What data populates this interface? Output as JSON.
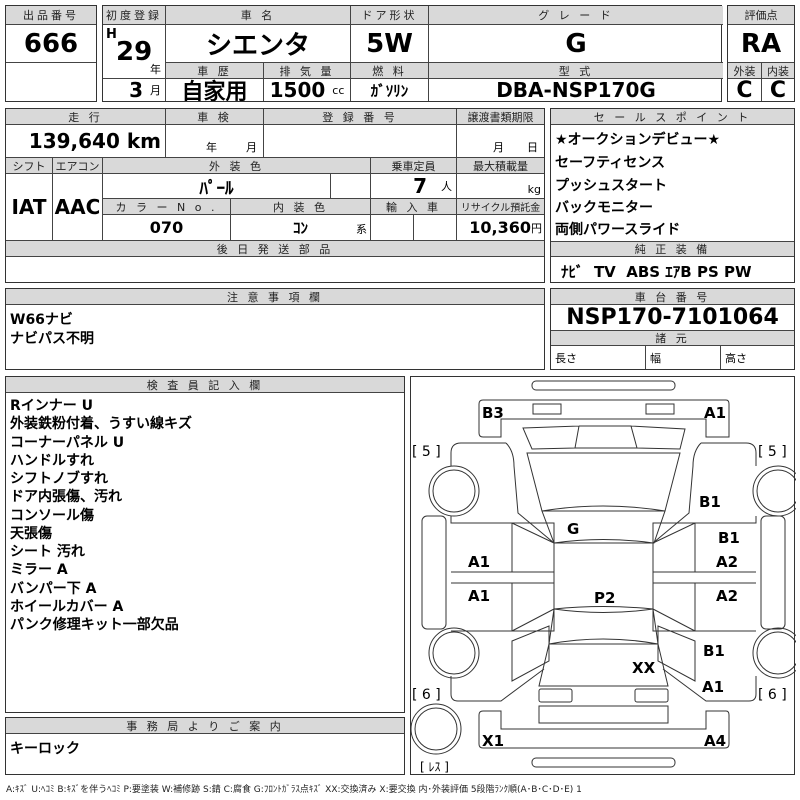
{
  "lot": {
    "label": "出品番号",
    "value": "666"
  },
  "first_reg": {
    "label": "初度登録",
    "era": "H",
    "year": "29",
    "year_unit": "年",
    "month": "3",
    "month_unit": "月"
  },
  "car_name": {
    "label": "車 名",
    "value": "シエンタ"
  },
  "door": {
    "label": "ドア形状",
    "value": "5W"
  },
  "grade": {
    "label": "グ レ ー ド",
    "value": "G"
  },
  "history": {
    "label": "車 歴",
    "value": "自家用"
  },
  "displacement": {
    "label": "排 気 量",
    "value": "1500",
    "unit": "cc"
  },
  "fuel": {
    "label": "燃 料",
    "value": "ｶﾞｿﾘﾝ"
  },
  "model": {
    "label": "型 式",
    "value": "DBA-NSP170G"
  },
  "score": {
    "label": "評価点",
    "value": "RA",
    "ext_label": "外装",
    "int_label": "内装",
    "ext": "C",
    "int": "C"
  },
  "mileage": {
    "label": "走 行",
    "value": "139,640 km"
  },
  "inspection": {
    "label": "車 検",
    "year_unit": "年",
    "month_unit": "月"
  },
  "reg_no": {
    "label": "登 録 番 号"
  },
  "transfer": {
    "label": "譲渡書類期限",
    "month_unit": "月",
    "day_unit": "日"
  },
  "shift": {
    "label": "シフト",
    "value": "IAT"
  },
  "ac": {
    "label": "エアコン",
    "value": "AAC"
  },
  "ext_color": {
    "label": "外 装 色",
    "value": "ﾊﾟｰﾙ"
  },
  "capacity": {
    "label": "乗車定員",
    "value": "7",
    "unit": "人"
  },
  "max_load": {
    "label": "最大積載量",
    "unit": "kg"
  },
  "color_no": {
    "label": "カ ラ ー N o .",
    "value": "070"
  },
  "int_color": {
    "label": "内 装 色",
    "value": "ｺﾝ",
    "unit": "系"
  },
  "import": {
    "label": "輸 入 車"
  },
  "recycle": {
    "label": "リサイクル預託金",
    "value": "10,360",
    "unit": "円"
  },
  "later_parts": {
    "label": "後 日 発 送 部 品"
  },
  "sales_points": {
    "label": "セ ー ル ス ポ イ ン ト",
    "items": [
      "★オークションデビュー★",
      "セーフティセンス",
      "プッシュスタート",
      "バックモニター",
      "両側パワースライド"
    ]
  },
  "equipment": {
    "label": "純 正 装 備",
    "value": "ﾅﾋﾞ  TV  ABS ｴｱB PS PW"
  },
  "notes": {
    "label": "注 意 事 項 欄",
    "items": [
      "W66ナビ",
      "ナビパス不明"
    ]
  },
  "chassis": {
    "label": "車 台 番 号",
    "value": "NSP170-7101064",
    "spec_label": "諸 元",
    "length": "長さ",
    "width": "幅",
    "height": "高さ"
  },
  "inspector": {
    "label": "検 査 員 記 入 欄",
    "items": [
      "Rインナー U",
      "外装鉄粉付着、うすい線キズ",
      "コーナーパネル U",
      "ハンドルすれ",
      "シフトノブすれ",
      "ドア内張傷、汚れ",
      "コンソール傷",
      "天張傷",
      "シート 汚れ",
      "ミラー A",
      "バンパー下 A",
      "ホイールカバー A",
      "パンク修理キット一部欠品"
    ]
  },
  "office": {
    "label": "事 務 局 よ り ご 案 内",
    "value": "キーロック"
  },
  "diagram": {
    "marks": {
      "fl_bumper": "B3",
      "fr_bumper": "A1",
      "r_fender_front": "B1",
      "windshield": "G",
      "r_front_door_top": "B1",
      "l_front_door": "A1",
      "r_front_door": "A2",
      "l_rear_door": "A1",
      "r_rear_door": "A2",
      "roof": "P2",
      "r_rear_fender": "B1",
      "back_door": "XX",
      "r_rear_corner": "A1",
      "l_rear_bumper": "X1",
      "r_rear_bumper": "A4"
    },
    "tread_fl": "[ 5 ]",
    "tread_fr": "[ 5 ]",
    "tread_rl": "[ 6 ]",
    "tread_rr": "[ 6 ]",
    "spare": "[ ﾚｽ ]"
  },
  "legend": "A:ｷｽﾞ U:ﾍｺﾐ B:ｷｽﾞを伴うﾍｺﾐ P:要塗装 W:補修跡 S:錆 C:腐食 G:ﾌﾛﾝﾄｶﾞﾗｽ点ｷｽﾞ XX:交換済み X:要交換  内･外装評価  5段階ﾗﾝｸ順(A･B･C･D･E) 1"
}
